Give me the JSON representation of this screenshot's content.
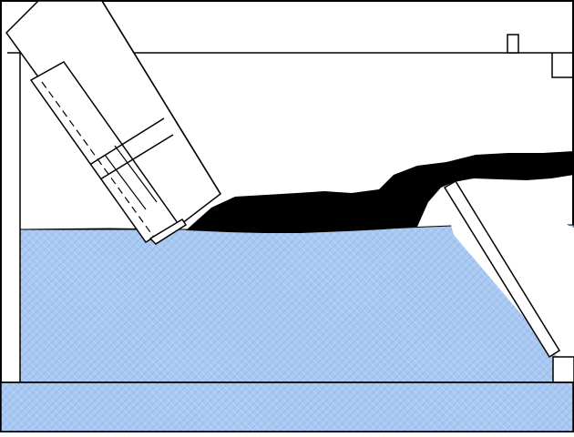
{
  "diagram": {
    "labels": [],
    "colors": {
      "water_fill": "#a9c9f2",
      "water_hatch": "#8fb3e6",
      "oil_slick": "#000000",
      "line": "#000000",
      "background": "#ffffff"
    },
    "components": [
      "frame",
      "water-region",
      "lower-water-channel",
      "oil-slick",
      "skimmer-head",
      "drum-housing",
      "inclined-plate",
      "dashed-waterline",
      "small-bracket",
      "wall-step"
    ]
  }
}
